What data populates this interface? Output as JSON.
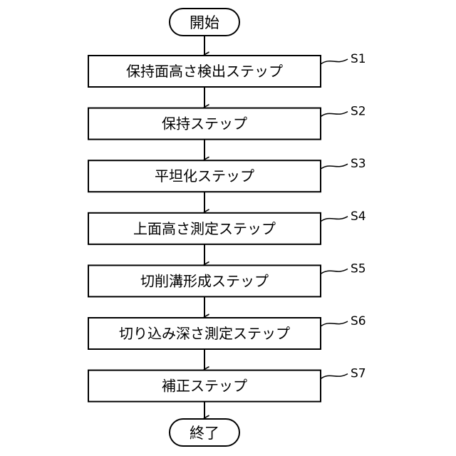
{
  "flowchart": {
    "start": {
      "label": "開始"
    },
    "end": {
      "label": "終了"
    },
    "steps": [
      {
        "id": "S1",
        "label": "保持面高さ検出ステップ"
      },
      {
        "id": "S2",
        "label": "保持ステップ"
      },
      {
        "id": "S3",
        "label": "平坦化ステップ"
      },
      {
        "id": "S4",
        "label": "上面高さ測定ステップ"
      },
      {
        "id": "S5",
        "label": "切削溝形成ステップ"
      },
      {
        "id": "S6",
        "label": "切り込み深さ測定ステップ"
      },
      {
        "id": "S7",
        "label": "補正ステップ"
      }
    ]
  }
}
